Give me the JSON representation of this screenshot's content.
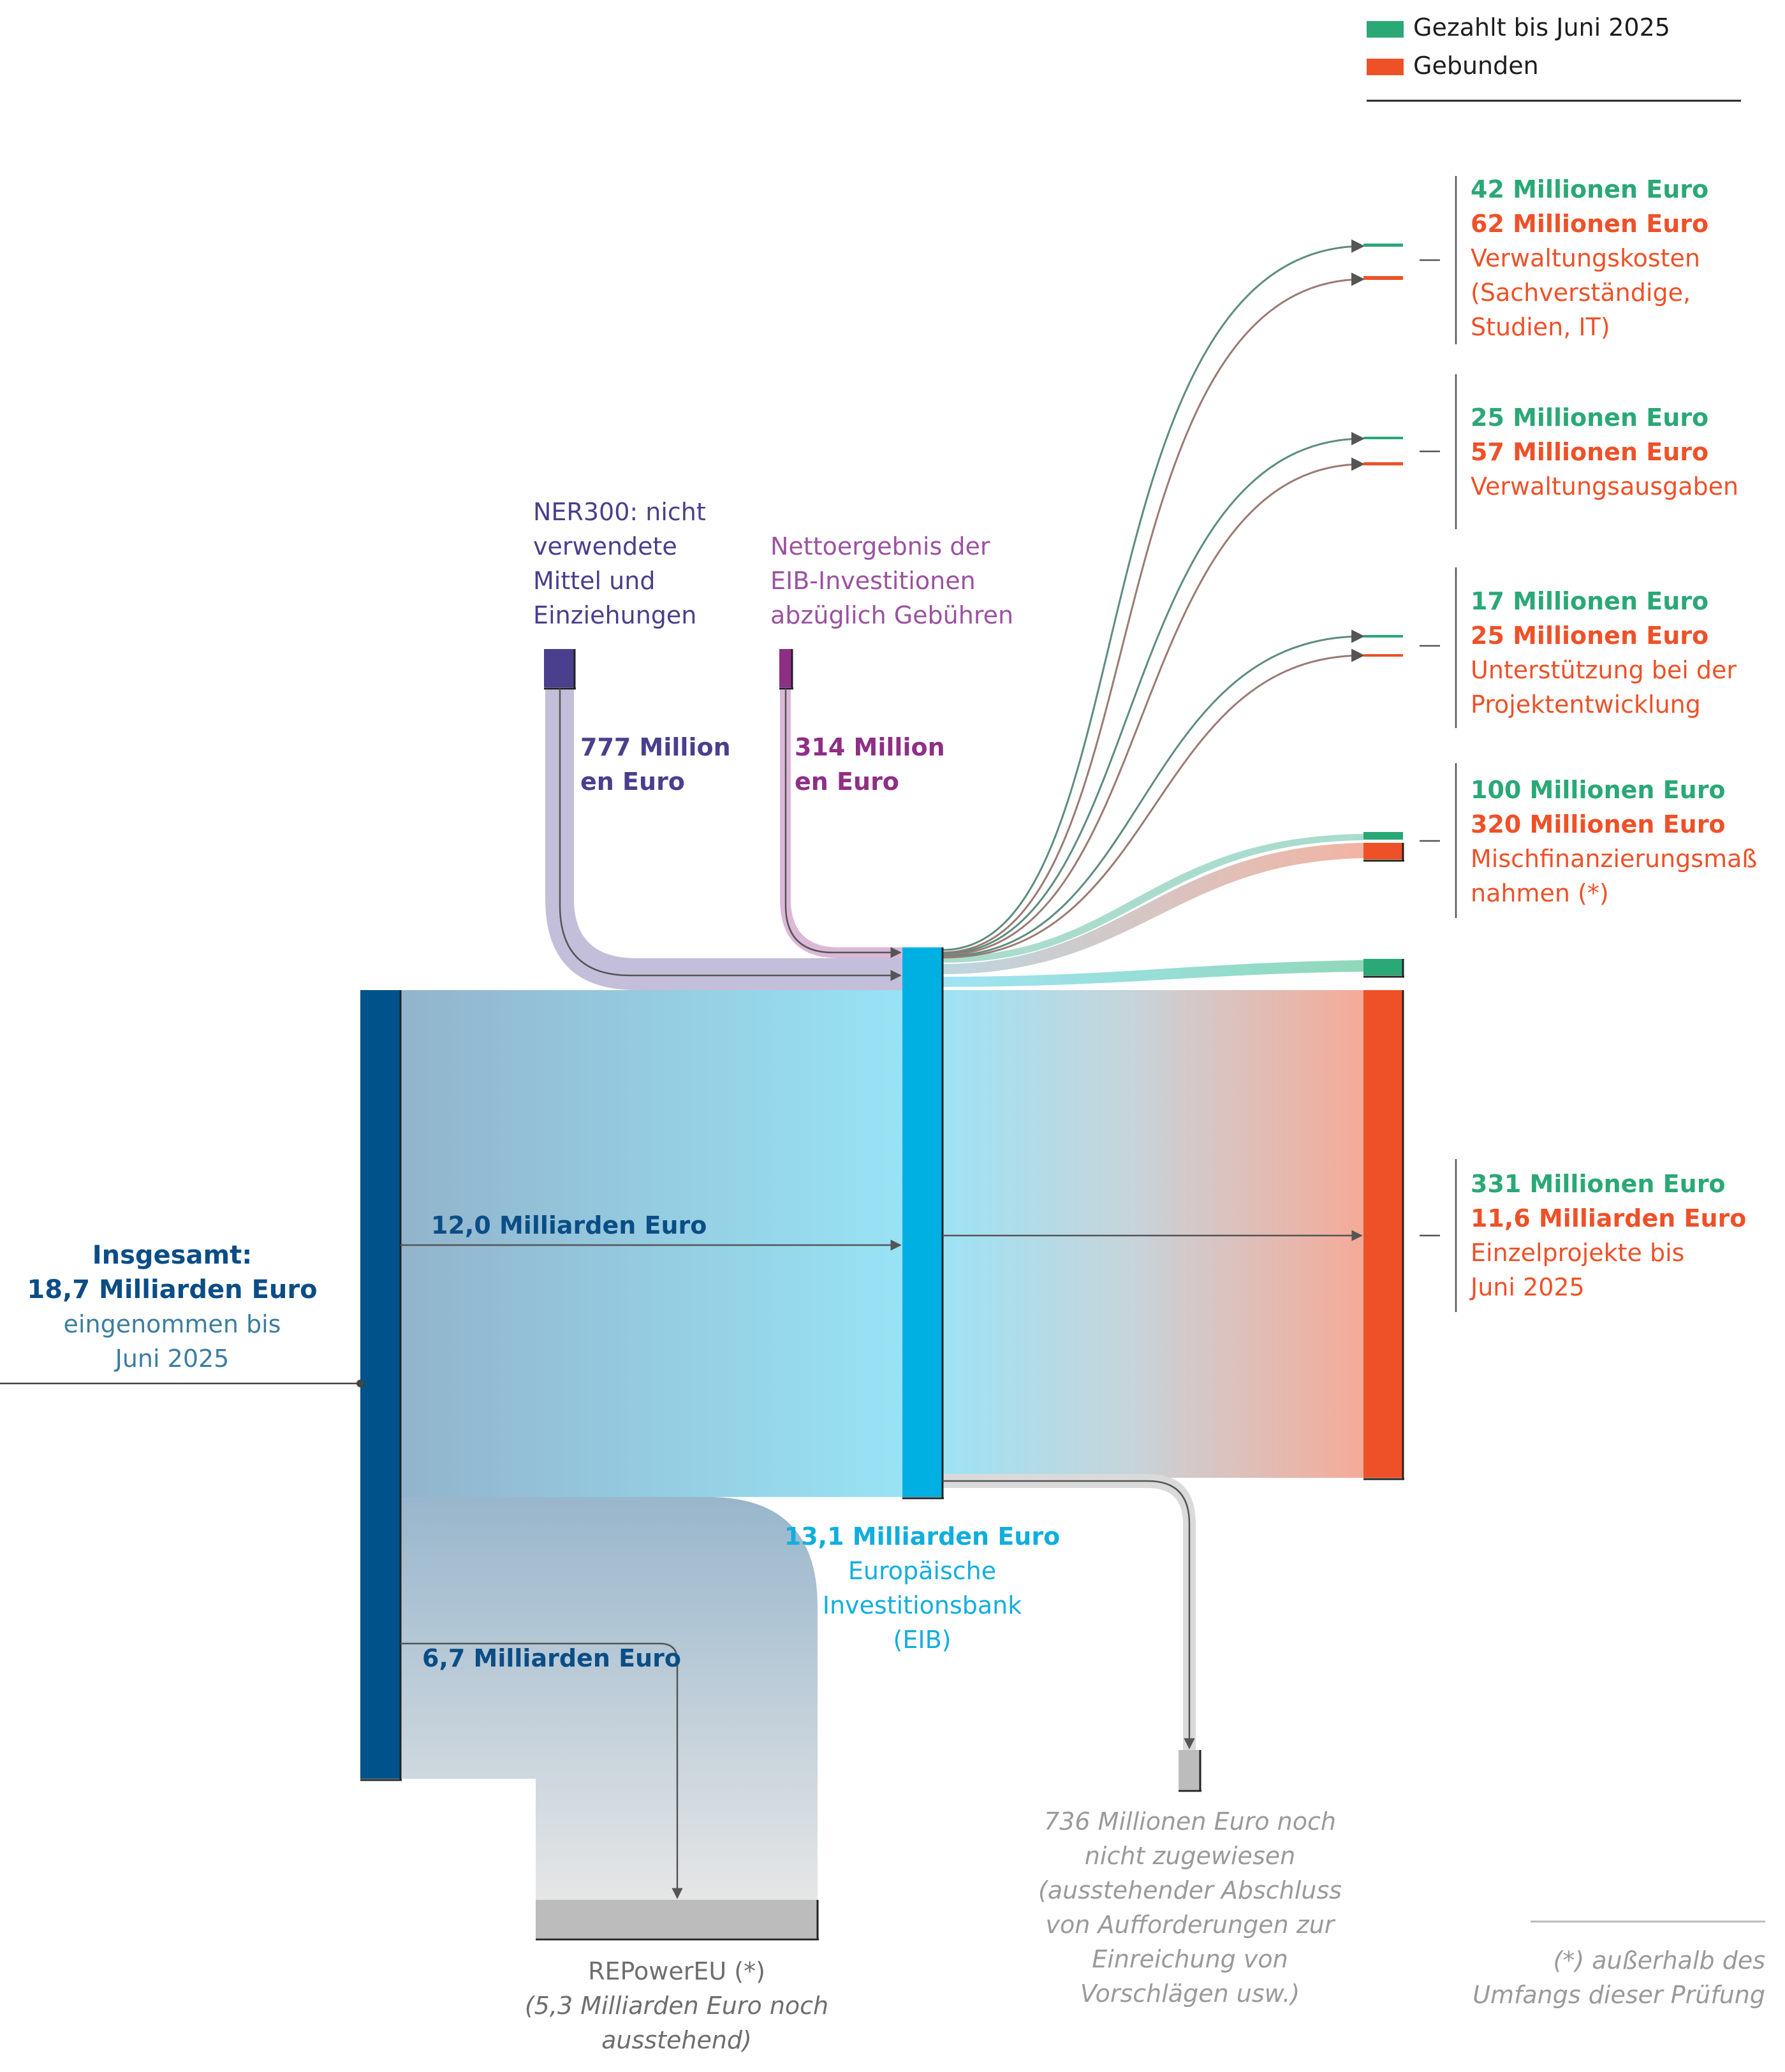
{
  "colors": {
    "paid": "#2aa876",
    "committed": "#ee5128",
    "total_bar": "#00538a",
    "eib": "#00b0e3",
    "ner300": "#4a3f8c",
    "eib_income": "#8e2f86",
    "unallocated": "#bcbcbc"
  },
  "legend": {
    "paid_label": "Gezahlt bis Juni 2025",
    "committed_label": "Gebunden"
  },
  "total": {
    "line1": "Insgesamt:",
    "line2": "18,7 Milliarden Euro",
    "line3": "eingenommen bis",
    "line4": "Juni 2025"
  },
  "ner300": {
    "line1": "NER300: nicht",
    "line2": "verwendete",
    "line3": "Mittel und",
    "line4": "Einziehungen",
    "amount1": "777 Million",
    "amount2": "en Euro"
  },
  "eib_income": {
    "line1": "Nettoergebnis der",
    "line2": "EIB-Investitionen",
    "line3": "abzüglich Gebühren",
    "amount1": "314 Million",
    "amount2": "en Euro"
  },
  "flows": {
    "to_eib": "12,0 Milliarden Euro",
    "to_repower": "6,7 Milliarden Euro"
  },
  "eib": {
    "amount": "13,1 Milliarden Euro",
    "line1": "Europäische",
    "line2": "Investitionsbank",
    "line3": "(EIB)"
  },
  "destinations": [
    {
      "paid": "42 Millionen  Euro",
      "committed": "62 Millionen  Euro",
      "desc": [
        "Verwaltungskosten",
        "(Sachverständige,",
        "Studien, IT)"
      ]
    },
    {
      "paid": "25 Millionen  Euro",
      "committed": "57 Millionen  Euro",
      "desc": [
        "Verwaltungsausgaben"
      ]
    },
    {
      "paid": "17 Millionen  Euro",
      "committed": "25 Millionen  Euro",
      "desc": [
        "Unterstützung bei der",
        "Projektentwicklung"
      ]
    },
    {
      "paid": "100 Millionen  Euro",
      "committed": "320 Millionen  Euro",
      "desc": [
        "Mischfinanzierungsmaß",
        "nahmen (*)"
      ]
    },
    {
      "paid": "331 Millionen  Euro",
      "committed": "11,6 Milliarden Euro",
      "desc": [
        "Einzelprojekte bis",
        "Juni 2025"
      ]
    }
  ],
  "unallocated": {
    "lines": [
      "736 Millionen  Euro noch",
      "nicht zugewiesen",
      "(ausstehender Abschluss",
      "von Aufforderungen zur",
      "Einreichung von",
      "Vorschlägen usw.)"
    ]
  },
  "repower": {
    "line1": "REPowerEU (*)",
    "line2": "(5,3 Milliarden Euro noch",
    "line3": "ausstehend)"
  },
  "footnote": {
    "line1": "(*) außerhalb des",
    "line2": "Umfangs dieser Prüfung"
  }
}
